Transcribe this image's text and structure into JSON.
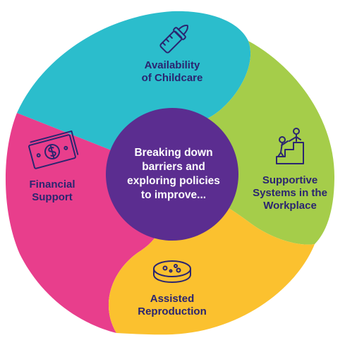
{
  "center": {
    "lines": [
      "Breaking down",
      "barriers and",
      "exploring policies",
      "to improve..."
    ],
    "color": "#5b2d90"
  },
  "segments": [
    {
      "lines": [
        "Availability",
        "of Childcare"
      ],
      "icon": "baby-bottle-icon",
      "color": "#2bbdcc"
    },
    {
      "lines": [
        "Supportive",
        "Systems in the",
        "Workplace"
      ],
      "icon": "people-climbing-steps-icon",
      "color": "#a5cd4a"
    },
    {
      "lines": [
        "Assisted",
        "Reproduction"
      ],
      "icon": "petri-dish-icon",
      "color": "#fbc12f"
    },
    {
      "lines": [
        "Financial",
        "Support"
      ],
      "icon": "money-bill-icon",
      "color": "#e83e8c"
    }
  ],
  "text_color": "#2b2570"
}
